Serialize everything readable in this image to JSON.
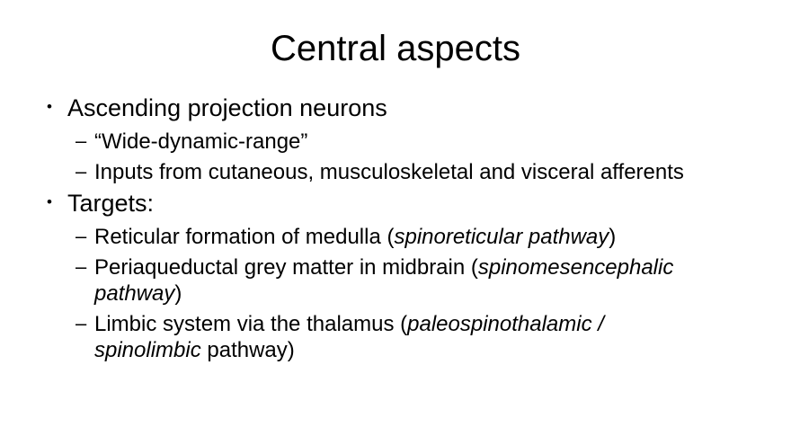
{
  "colors": {
    "background": "#ffffff",
    "text": "#000000"
  },
  "glyphs": {
    "level1_bullet": "•",
    "level2_bullet": "–"
  },
  "slide": {
    "title": "Central aspects",
    "bullets": [
      {
        "label": "Ascending projection neurons",
        "subitems": [
          {
            "segments": [
              {
                "text": "“Wide-dynamic-range”",
                "italic": false
              }
            ]
          },
          {
            "segments": [
              {
                "text": "Inputs from cutaneous, musculoskeletal and visceral afferents",
                "italic": false
              }
            ]
          }
        ]
      },
      {
        "label": "Targets:",
        "subitems": [
          {
            "segments": [
              {
                "text": "Reticular formation of medulla (",
                "italic": false
              },
              {
                "text": "spinoreticular pathway",
                "italic": true
              },
              {
                "text": ")",
                "italic": false
              }
            ]
          },
          {
            "segments": [
              {
                "text": "Periaqueductal grey matter in midbrain (",
                "italic": false
              },
              {
                "text": "spinomesencephalic pathway",
                "italic": true
              },
              {
                "text": ")",
                "italic": false
              }
            ]
          },
          {
            "segments": [
              {
                "text": "Limbic system via the thalamus (",
                "italic": false
              },
              {
                "text": "paleospinothalamic / spinolimbic",
                "italic": true
              },
              {
                "text": " pathway)",
                "italic": false
              }
            ]
          }
        ]
      }
    ]
  }
}
